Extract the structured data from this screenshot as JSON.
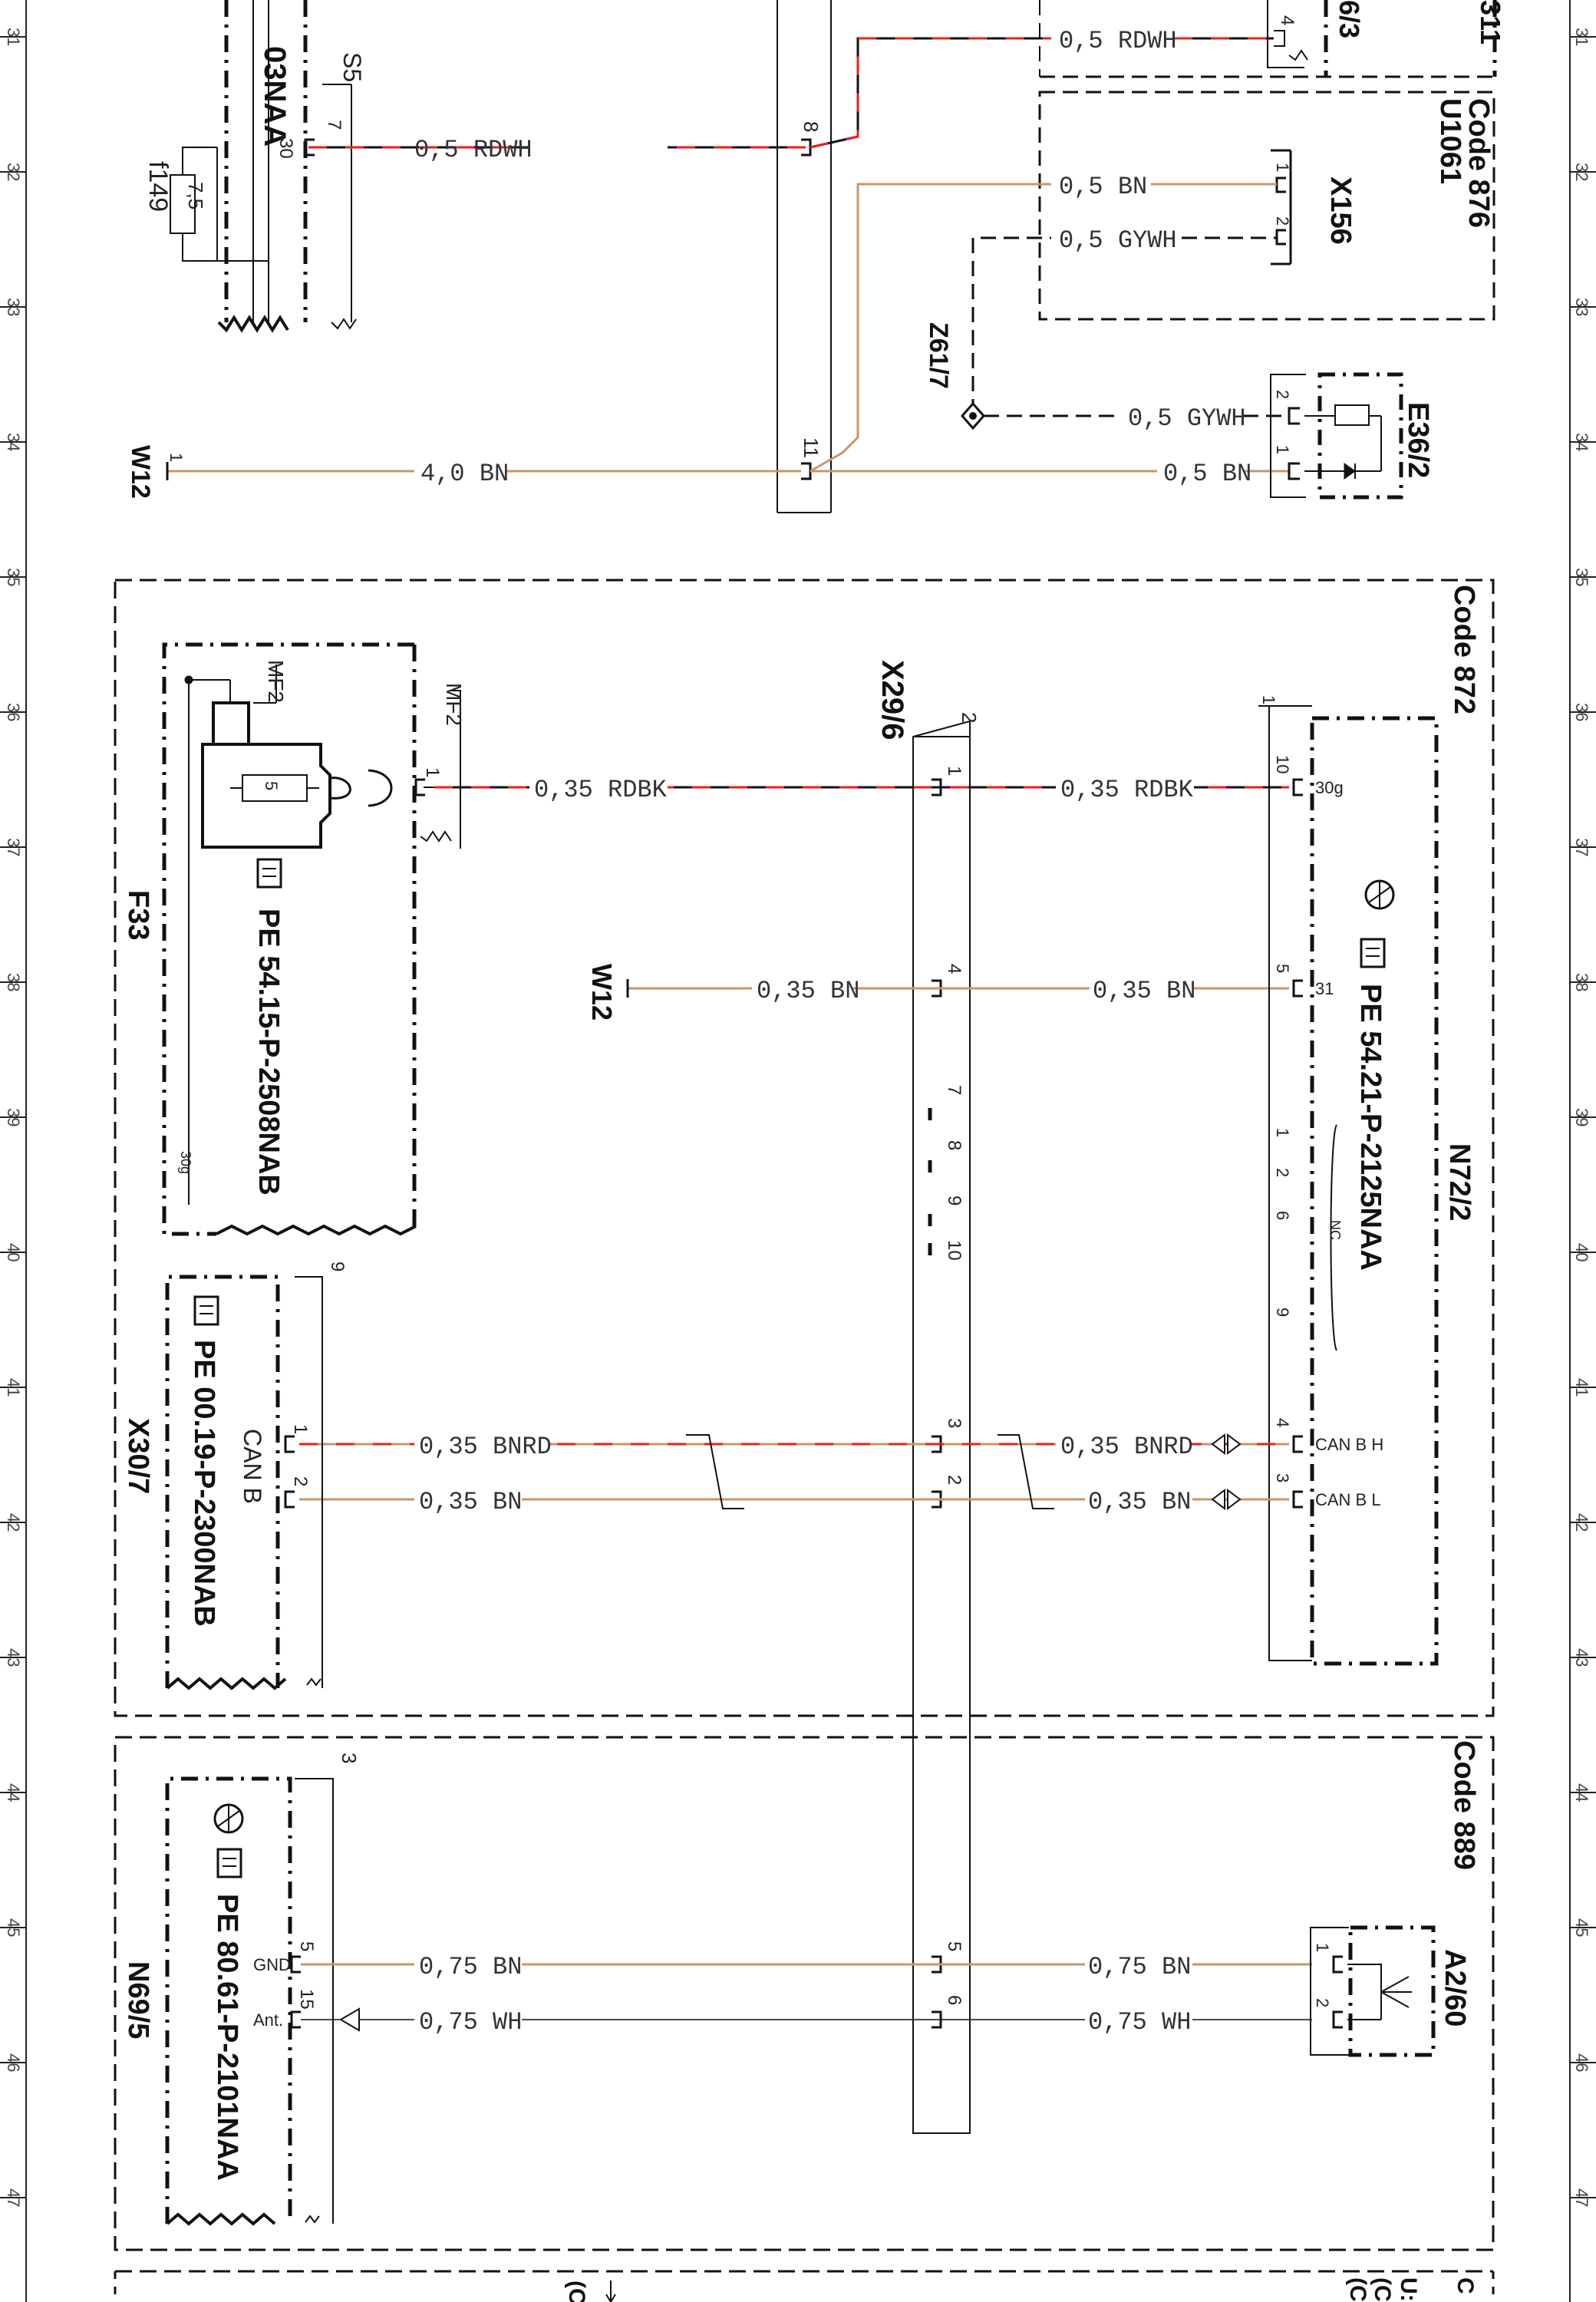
{
  "colors": {
    "brown": "#c8966b",
    "red": "#e8211c",
    "black": "#111111",
    "white": "#ffffff",
    "grey": "#333333"
  },
  "grid": {
    "left_labels": [
      "31",
      "32",
      "33",
      "34",
      "35",
      "36",
      "37",
      "38",
      "39",
      "40",
      "41",
      "42",
      "43",
      "44",
      "45",
      "46",
      "47"
    ],
    "right_labels": [
      "31",
      "32",
      "33",
      "34",
      "35",
      "36",
      "37",
      "38",
      "39",
      "40",
      "41",
      "42",
      "43",
      "44",
      "45",
      "46",
      "47"
    ]
  },
  "top": {
    "partial_comp": "03NAA",
    "s5": "S5",
    "fuse": "f149",
    "fuse_rating": "7,5",
    "pin30": "30",
    "pin7": "7",
    "w12": "W12",
    "w12_pin": "1",
    "pin8": "8",
    "pin11": "11",
    "pin4_top": "4",
    "partial_right1": "311",
    "partial_right2": "6/3",
    "code876": "Code 876",
    "u1061": "U1061",
    "x156": "X156",
    "x156_pin1": "1",
    "x156_pin2": "2",
    "z61": "Z61/7",
    "e36": "E36/2",
    "e36_pin2": "2",
    "e36_pin1": "1"
  },
  "wires": {
    "w_rdwh_top": "0,5 RDWH",
    "w_rdwh_left": "0,5 RDWH",
    "w_bn_x156": "0,5 BN",
    "w_gywh_x156": "0,5 GYWH",
    "w_gywh_e36": "0,5 GYWH",
    "w_bn_e36": "0,5 BN",
    "w_40bn": "4,0 BN",
    "w_rdbk_left": "0,35 RDBK",
    "w_rdbk_right": "0,35 RDBK",
    "w_bn_w12": "0,35 BN",
    "w_bn_n72": "0,35 BN",
    "w_bnrd_left": "0,35 BNRD",
    "w_bnrd_right": "0,35 BNRD",
    "w_bn_canl_left": "0,35 BN",
    "w_bn_canl_right": "0,35 BN",
    "w_075bn_left": "0,75 BN",
    "w_075bn_right": "0,75 BN",
    "w_075wh_left": "0,75 WH",
    "w_075wh_right": "0,75 WH"
  },
  "code872": {
    "code": "Code 872",
    "f33": "F33",
    "mf2_a": "MF2",
    "mf2_b": "MF2",
    "mf2_pin": "1",
    "fuse5": "5",
    "pe_f33": "PE 54.15-P-2508NAB",
    "label_30g": "30g",
    "x29": "X29/6",
    "x29_pin2": "2",
    "x29_p1": "1",
    "x29_p4": "4",
    "x29_p7": "7",
    "x29_p8": "8",
    "x29_p9": "9",
    "x29_p10": "10",
    "x29_p3": "3",
    "x29_p2": "2",
    "w12": "W12",
    "n72": "N72/2",
    "n72_pin1": "1",
    "n72_pin10": "10",
    "n72_30g": "30g",
    "n72_pin5": "5",
    "n72_31": "31",
    "n72_p1": "1",
    "n72_p2": "2",
    "n72_p6": "6",
    "n72_p9": "9",
    "n72_nc": "NC",
    "n72_pin4": "4",
    "n72_canbh": "CAN B H",
    "n72_pin3": "3",
    "n72_canbl": "CAN B L",
    "pe_n72": "PE 54.21-P-2125NAA",
    "x30": "X30/7",
    "x30_pin9": "9",
    "x30_p1": "1",
    "x30_p2": "2",
    "x30_canb": "CAN B",
    "pe_x30": "PE 00.19-P-2300NAB"
  },
  "code889": {
    "code": "Code 889",
    "n69": "N69/5",
    "n69_pin3": "3",
    "n69_p5": "5",
    "n69_gnd": "GND",
    "n69_p15": "15",
    "n69_ant": "Ant.",
    "pe_n69": "PE 80.61-P-2101NAA",
    "x29_p5": "5",
    "x29_p6": "6",
    "a2": "A2/60",
    "a2_p1": "1",
    "a2_p2": "2"
  },
  "bottom": {
    "partial_c1": "(C",
    "partial_c2": "U:",
    "partial_c3": "(C",
    "partial_c4": "(C",
    "partial_c5": "C"
  }
}
